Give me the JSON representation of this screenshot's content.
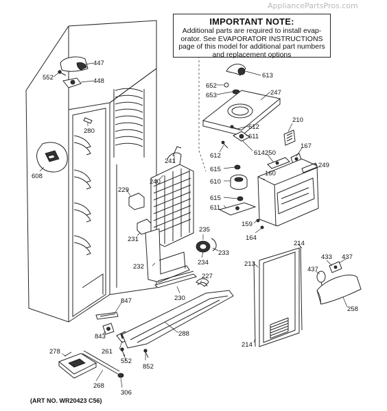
{
  "watermark": "AppliancePartsPros.com",
  "note": {
    "title": "IMPORTANT NOTE:",
    "lines": [
      "Additional parts are required to install evap-",
      "orator.  See EVAPORATOR INSTRUCTIONS",
      "page of this model for additional part numbers",
      "and replacement options"
    ]
  },
  "art_number": "(ART NO. WR20423 C56)",
  "part_labels": [
    {
      "id": "447",
      "text": "447"
    },
    {
      "id": "552a",
      "text": "552"
    },
    {
      "id": "448",
      "text": "448"
    },
    {
      "id": "280",
      "text": "280"
    },
    {
      "id": "608",
      "text": "608"
    },
    {
      "id": "241",
      "text": "241"
    },
    {
      "id": "240",
      "text": "240"
    },
    {
      "id": "229",
      "text": "229"
    },
    {
      "id": "231",
      "text": "231"
    },
    {
      "id": "232",
      "text": "232"
    },
    {
      "id": "230",
      "text": "230"
    },
    {
      "id": "227",
      "text": "227"
    },
    {
      "id": "234",
      "text": "234"
    },
    {
      "id": "233",
      "text": "233"
    },
    {
      "id": "235",
      "text": "235"
    },
    {
      "id": "847",
      "text": "847"
    },
    {
      "id": "843",
      "text": "843"
    },
    {
      "id": "261",
      "text": "261"
    },
    {
      "id": "552b",
      "text": "552"
    },
    {
      "id": "288",
      "text": "288"
    },
    {
      "id": "852",
      "text": "852"
    },
    {
      "id": "278",
      "text": "278"
    },
    {
      "id": "268",
      "text": "268"
    },
    {
      "id": "306",
      "text": "306"
    },
    {
      "id": "613",
      "text": "613"
    },
    {
      "id": "652",
      "text": "652"
    },
    {
      "id": "653",
      "text": "653"
    },
    {
      "id": "247",
      "text": "247"
    },
    {
      "id": "612a",
      "text": "612"
    },
    {
      "id": "611a",
      "text": "611"
    },
    {
      "id": "612b",
      "text": "612"
    },
    {
      "id": "614",
      "text": "614"
    },
    {
      "id": "615a",
      "text": "615"
    },
    {
      "id": "610",
      "text": "610"
    },
    {
      "id": "615b",
      "text": "615"
    },
    {
      "id": "611b",
      "text": "611"
    },
    {
      "id": "210",
      "text": "210"
    },
    {
      "id": "250",
      "text": "250"
    },
    {
      "id": "167",
      "text": "167"
    },
    {
      "id": "160",
      "text": "160"
    },
    {
      "id": "249",
      "text": "249"
    },
    {
      "id": "159",
      "text": "159"
    },
    {
      "id": "164",
      "text": "164"
    },
    {
      "id": "214a",
      "text": "214"
    },
    {
      "id": "213",
      "text": "213"
    },
    {
      "id": "433",
      "text": "433"
    },
    {
      "id": "437a",
      "text": "437"
    },
    {
      "id": "437b",
      "text": "437"
    },
    {
      "id": "258",
      "text": "258"
    },
    {
      "id": "214b",
      "text": "214"
    }
  ]
}
